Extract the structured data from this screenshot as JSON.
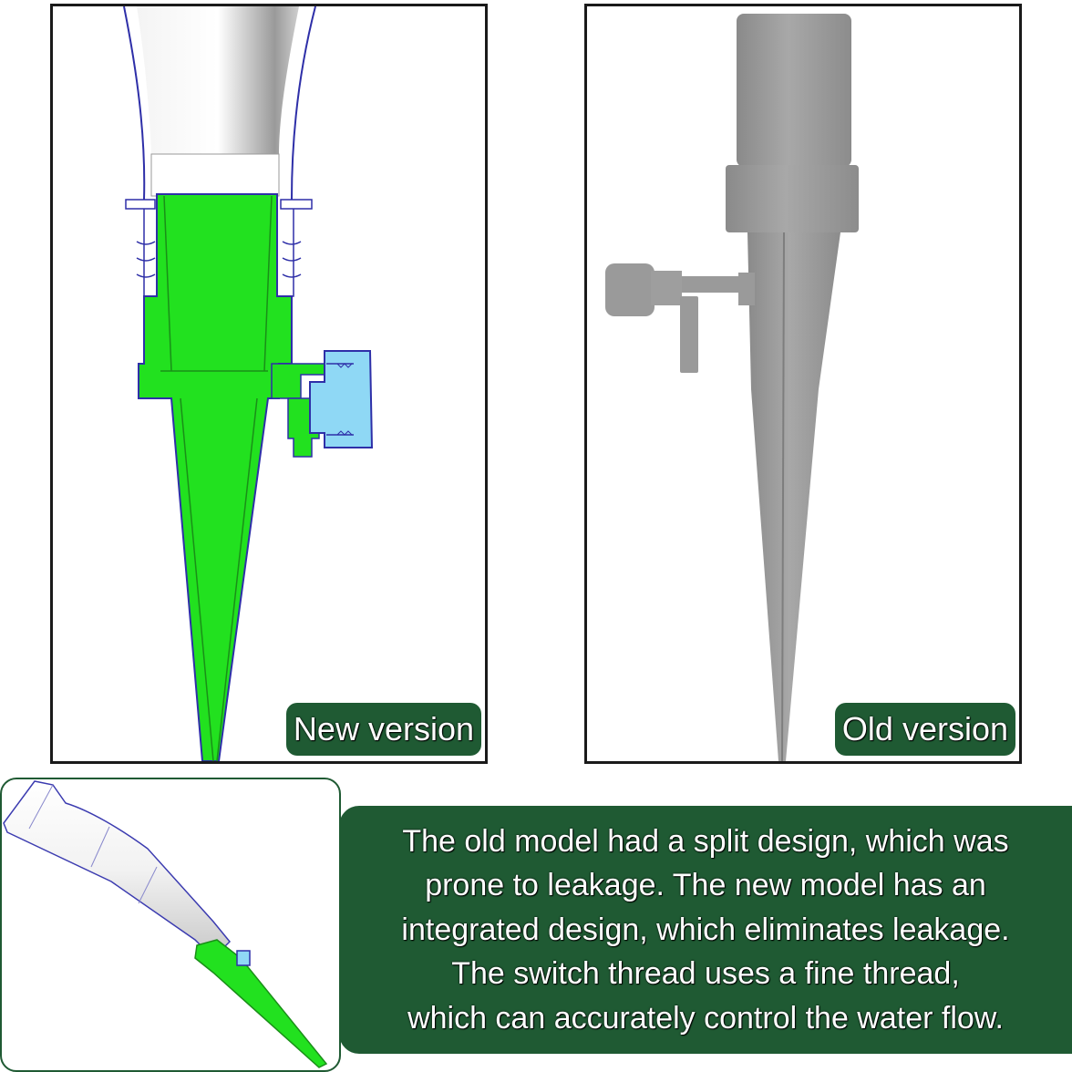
{
  "panels": {
    "new": {
      "label": "New version",
      "colors": {
        "body": "#22e11f",
        "outline": "#2e2fa8",
        "cap": "#8fd8f5",
        "funnel": "#e6e6e6"
      }
    },
    "old": {
      "label": "Old version",
      "colors": {
        "body": "#8c8c8c",
        "shade": "#a8a8a8"
      }
    }
  },
  "caption": {
    "lines": [
      "The old model had a split design, which was",
      "prone to leakage. The new model has an",
      "integrated design, which eliminates leakage.",
      "The switch thread uses a fine thread,",
      "which can accurately control the water flow."
    ],
    "background": "#1f5a33"
  }
}
